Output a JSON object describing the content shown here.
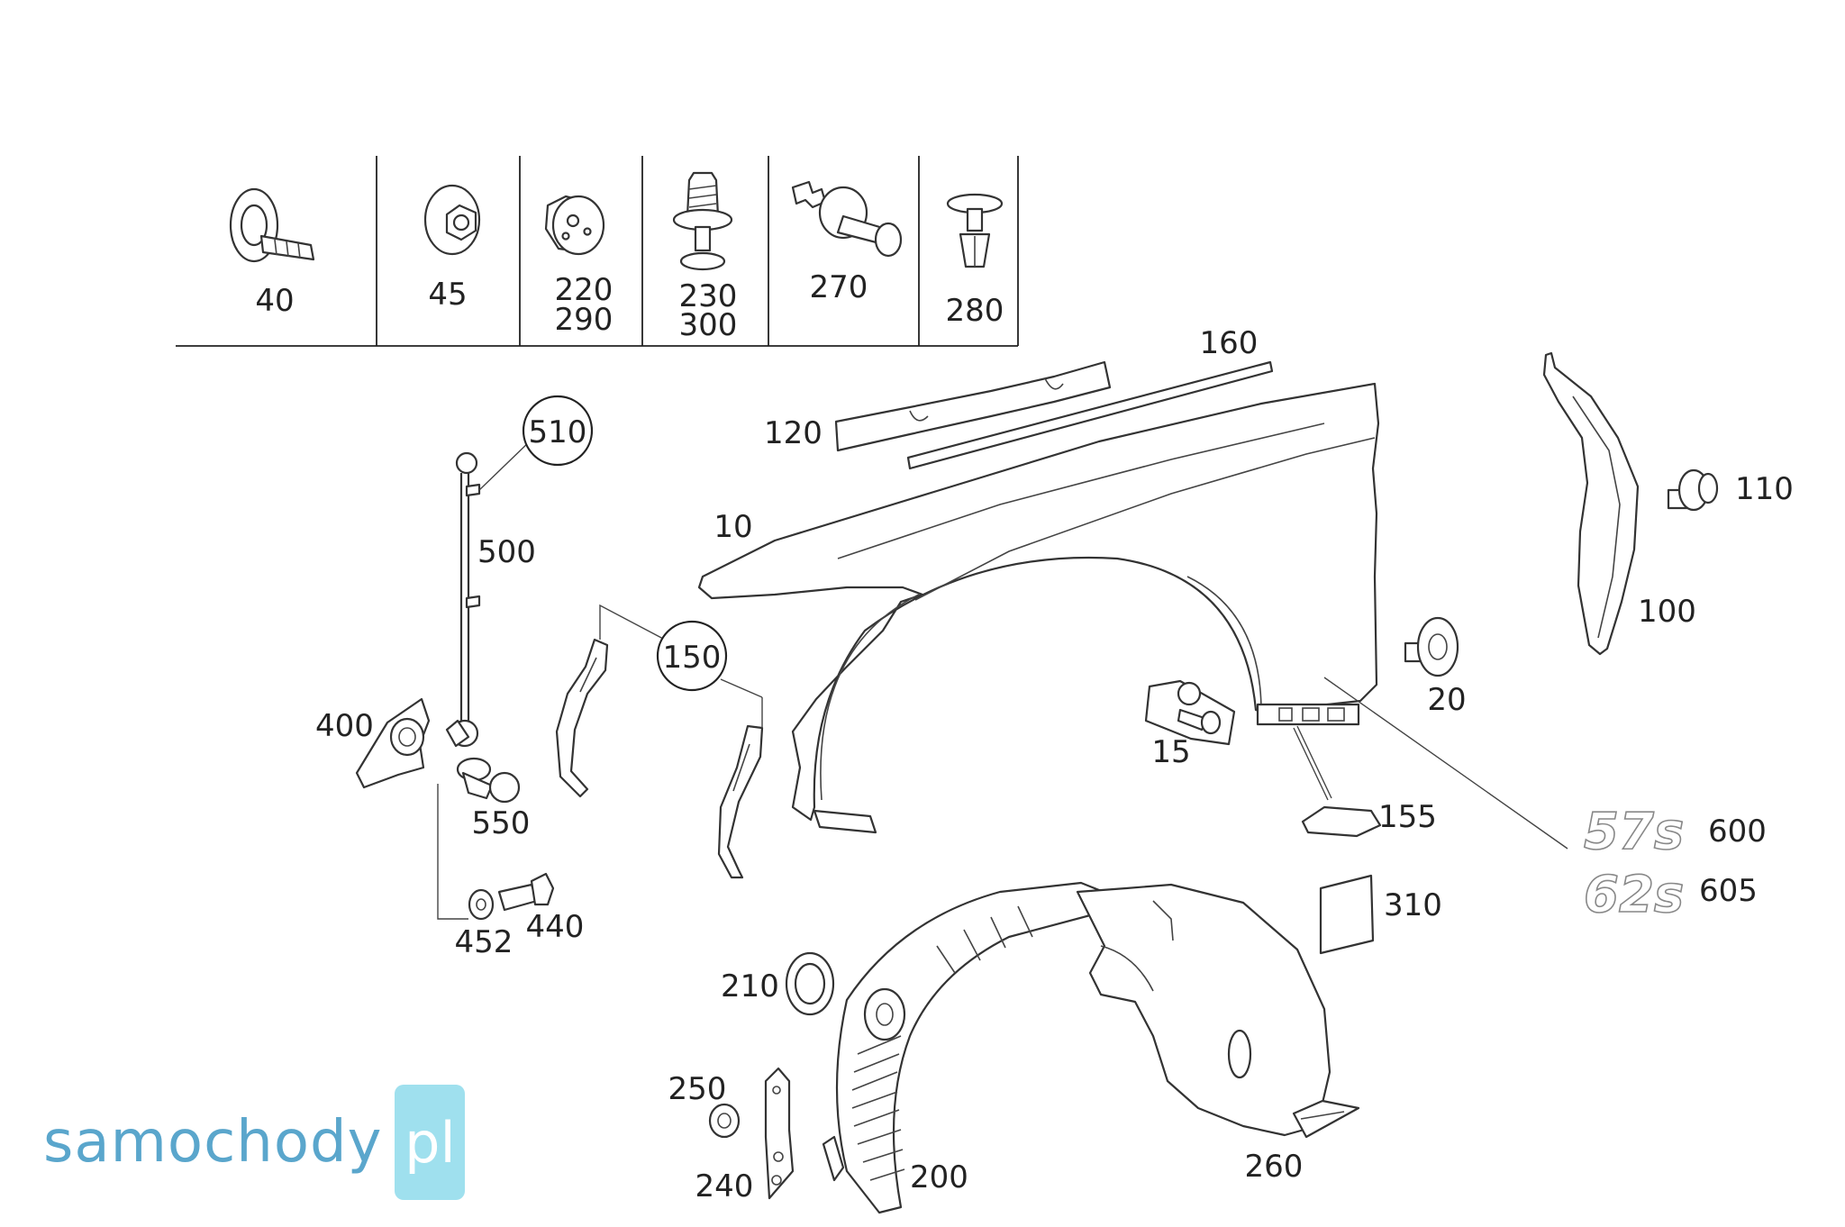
{
  "legend_labels": {
    "c40": "40",
    "c45": "45",
    "c220": "220",
    "c290": "290",
    "c230": "230",
    "c300": "300",
    "c270": "270",
    "c280": "280"
  },
  "part_labels": {
    "p510": "510",
    "p500": "500",
    "p400": "400",
    "p550": "550",
    "p452": "452",
    "p440": "440",
    "p150": "150",
    "p120": "120",
    "p160": "160",
    "p10": "10",
    "p100": "100",
    "p110": "110",
    "p20": "20",
    "p15": "15",
    "p155": "155",
    "p600": "600",
    "p605": "605",
    "p310": "310",
    "p210": "210",
    "p250": "250",
    "p240": "240",
    "p200": "200",
    "p260": "260"
  },
  "badges": {
    "b57s": "57s",
    "b62s": "62s"
  },
  "watermark": {
    "text": "samochody",
    "suffix": "pl"
  }
}
